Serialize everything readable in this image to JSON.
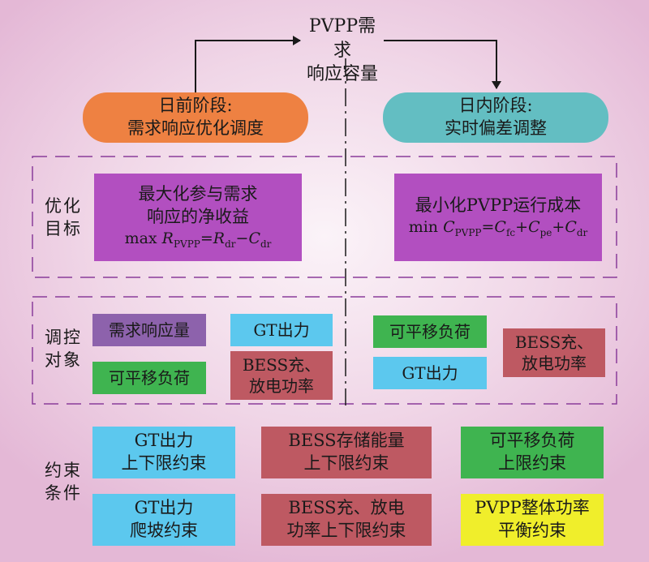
{
  "top": {
    "line1": "PVPP需求",
    "line2": "响应容量"
  },
  "day_ahead": {
    "line1": "日前阶段:",
    "line2": "需求响应优化调度"
  },
  "intraday": {
    "line1": "日内阶段:",
    "line2": "实时偏差调整"
  },
  "objective": {
    "label_line1": "优化",
    "label_line2": "目标",
    "left": {
      "line1": "最大化参与需求",
      "line2": "响应的净收益",
      "formula": {
        "prefix": "max ",
        "lhs": "R",
        "lhs_sub": "PVPP",
        "eq": "=",
        "t1": "R",
        "t1_sub": "dr",
        "op": "−",
        "t2": "C",
        "t2_sub": "dr"
      }
    },
    "right": {
      "line1": "最小化PVPP运行成本",
      "formula": {
        "prefix": "min ",
        "lhs": "C",
        "lhs_sub": "PVPP",
        "eq": "=",
        "t1": "C",
        "t1_sub": "fc",
        "op1": "+",
        "t2": "C",
        "t2_sub": "pe",
        "op2": "+",
        "t3": "C",
        "t3_sub": "dr"
      }
    }
  },
  "control": {
    "label_line1": "调控",
    "label_line2": "对象",
    "left": {
      "dr_capacity": "需求响应量",
      "gt_output": "GT出力",
      "shiftable_load": "可平移负荷",
      "bess_line1": "BESS充、",
      "bess_line2": "放电功率"
    },
    "right": {
      "shiftable_load": "可平移负荷",
      "gt_output": "GT出力",
      "bess_line1": "BESS充、",
      "bess_line2": "放电功率"
    }
  },
  "constraints": {
    "label_line1": "约束",
    "label_line2": "条件",
    "gt_limit": {
      "line1": "GT出力",
      "line2": "上下限约束"
    },
    "bess_energy": {
      "line1": "BESS存储能量",
      "line2": "上下限约束"
    },
    "shiftable_limit": {
      "line1": "可平移负荷",
      "line2": "上限约束"
    },
    "gt_ramp": {
      "line1": "GT出力",
      "line2": "爬坡约束"
    },
    "bess_power": {
      "line1": "BESS充、放电",
      "line2": "功率上下限约束"
    },
    "pvpp_balance": {
      "line1": "PVPP整体功率",
      "line2": "平衡约束"
    }
  },
  "colors": {
    "orange": "#ee8142",
    "teal": "#63bec2",
    "purple": "#b24fc0",
    "purple_dark": "#8d62ac",
    "cyan": "#5cc8ee",
    "green": "#3fb450",
    "red": "#be5962",
    "yellow": "#f0ee2b",
    "dashed_frame": "#8a3c9a"
  }
}
